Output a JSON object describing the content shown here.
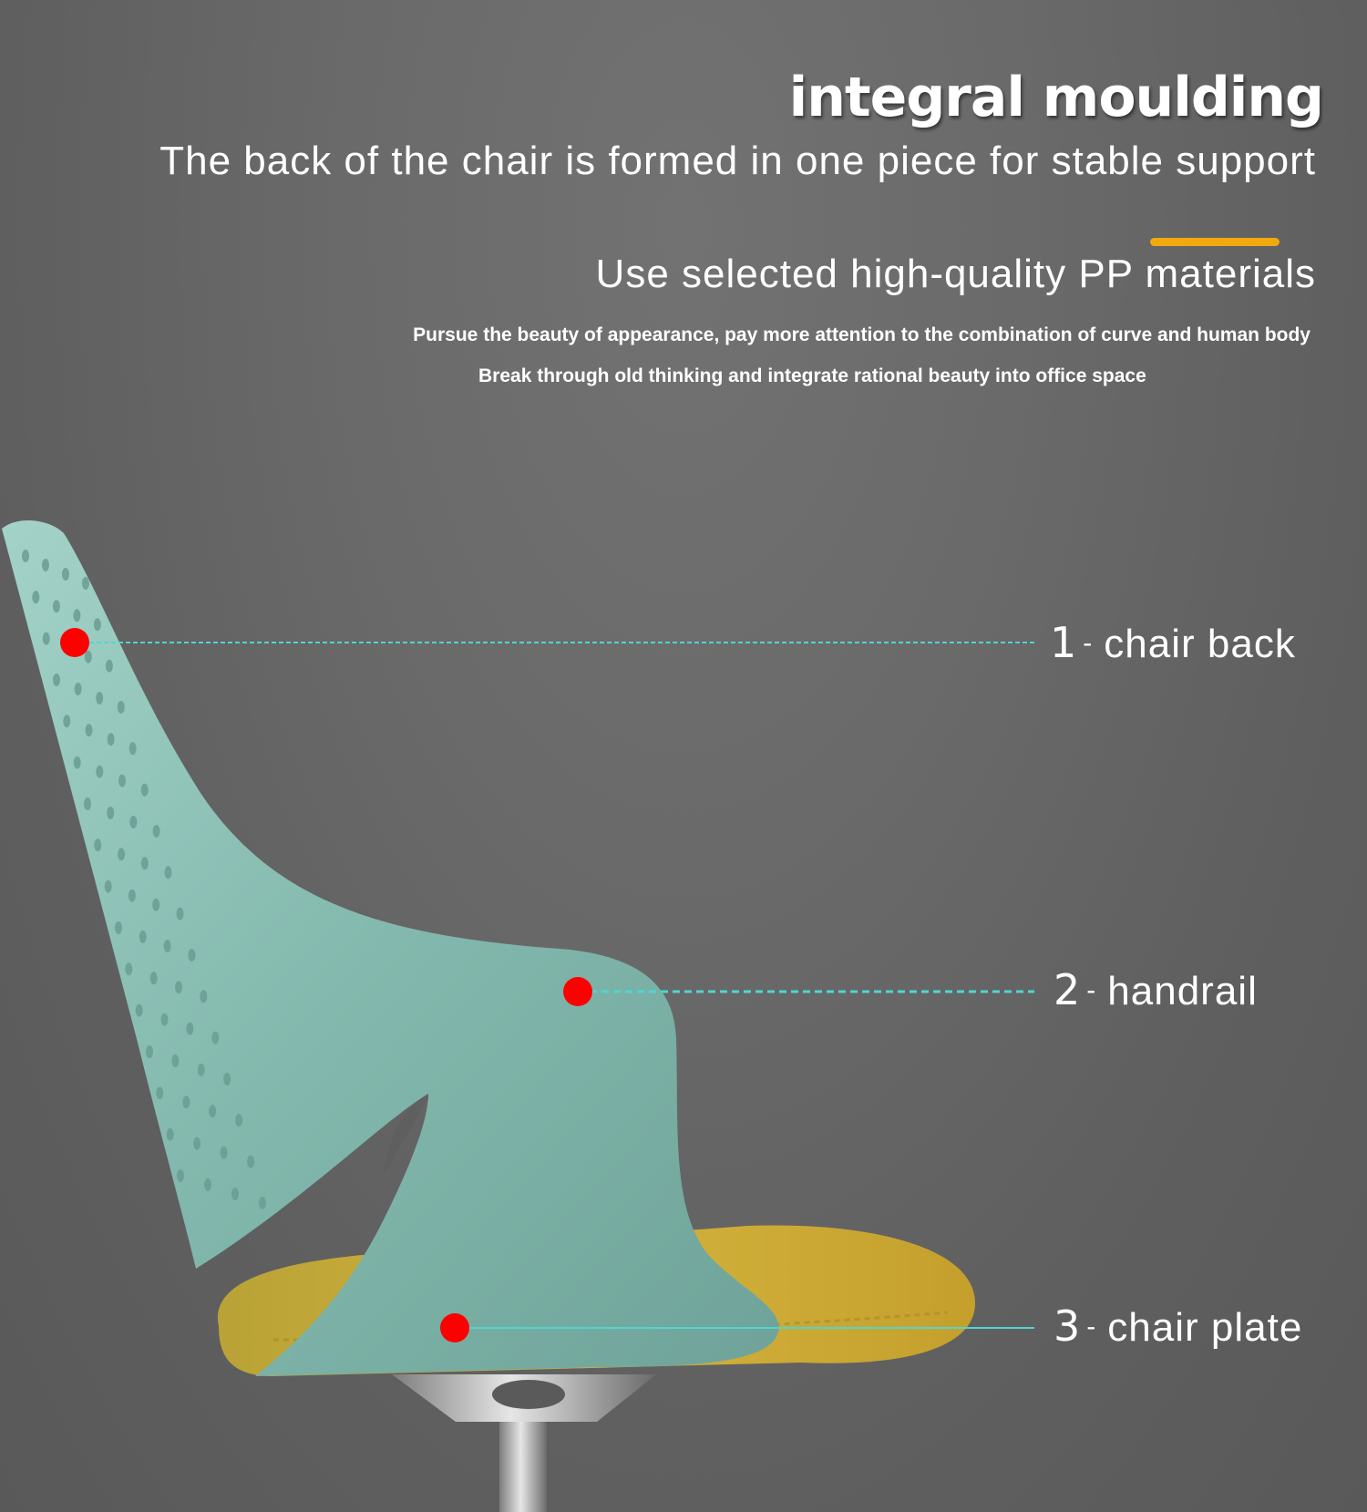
{
  "header": {
    "title": "integral moulding",
    "subtitle": "The back of the chair is formed in one piece for stable support",
    "headline": "Use selected high-quality PP materials",
    "desc_line_1": "Pursue the beauty of appearance, pay more attention to the combination of curve and human body",
    "desc_line_2": "Break through old thinking and integrate rational beauty into office space"
  },
  "callouts": [
    {
      "number": "1",
      "separator": "-",
      "label": "chair back"
    },
    {
      "number": "2",
      "separator": "-",
      "label": "handrail"
    },
    {
      "number": "3",
      "separator": "-",
      "label": "chair plate"
    }
  ],
  "colors": {
    "accent": "#f2a90f",
    "dot": "#ff0000",
    "leader_line": "#4fd6d0",
    "shell": "#86bdb2",
    "cushion": "#c9ad3a"
  }
}
